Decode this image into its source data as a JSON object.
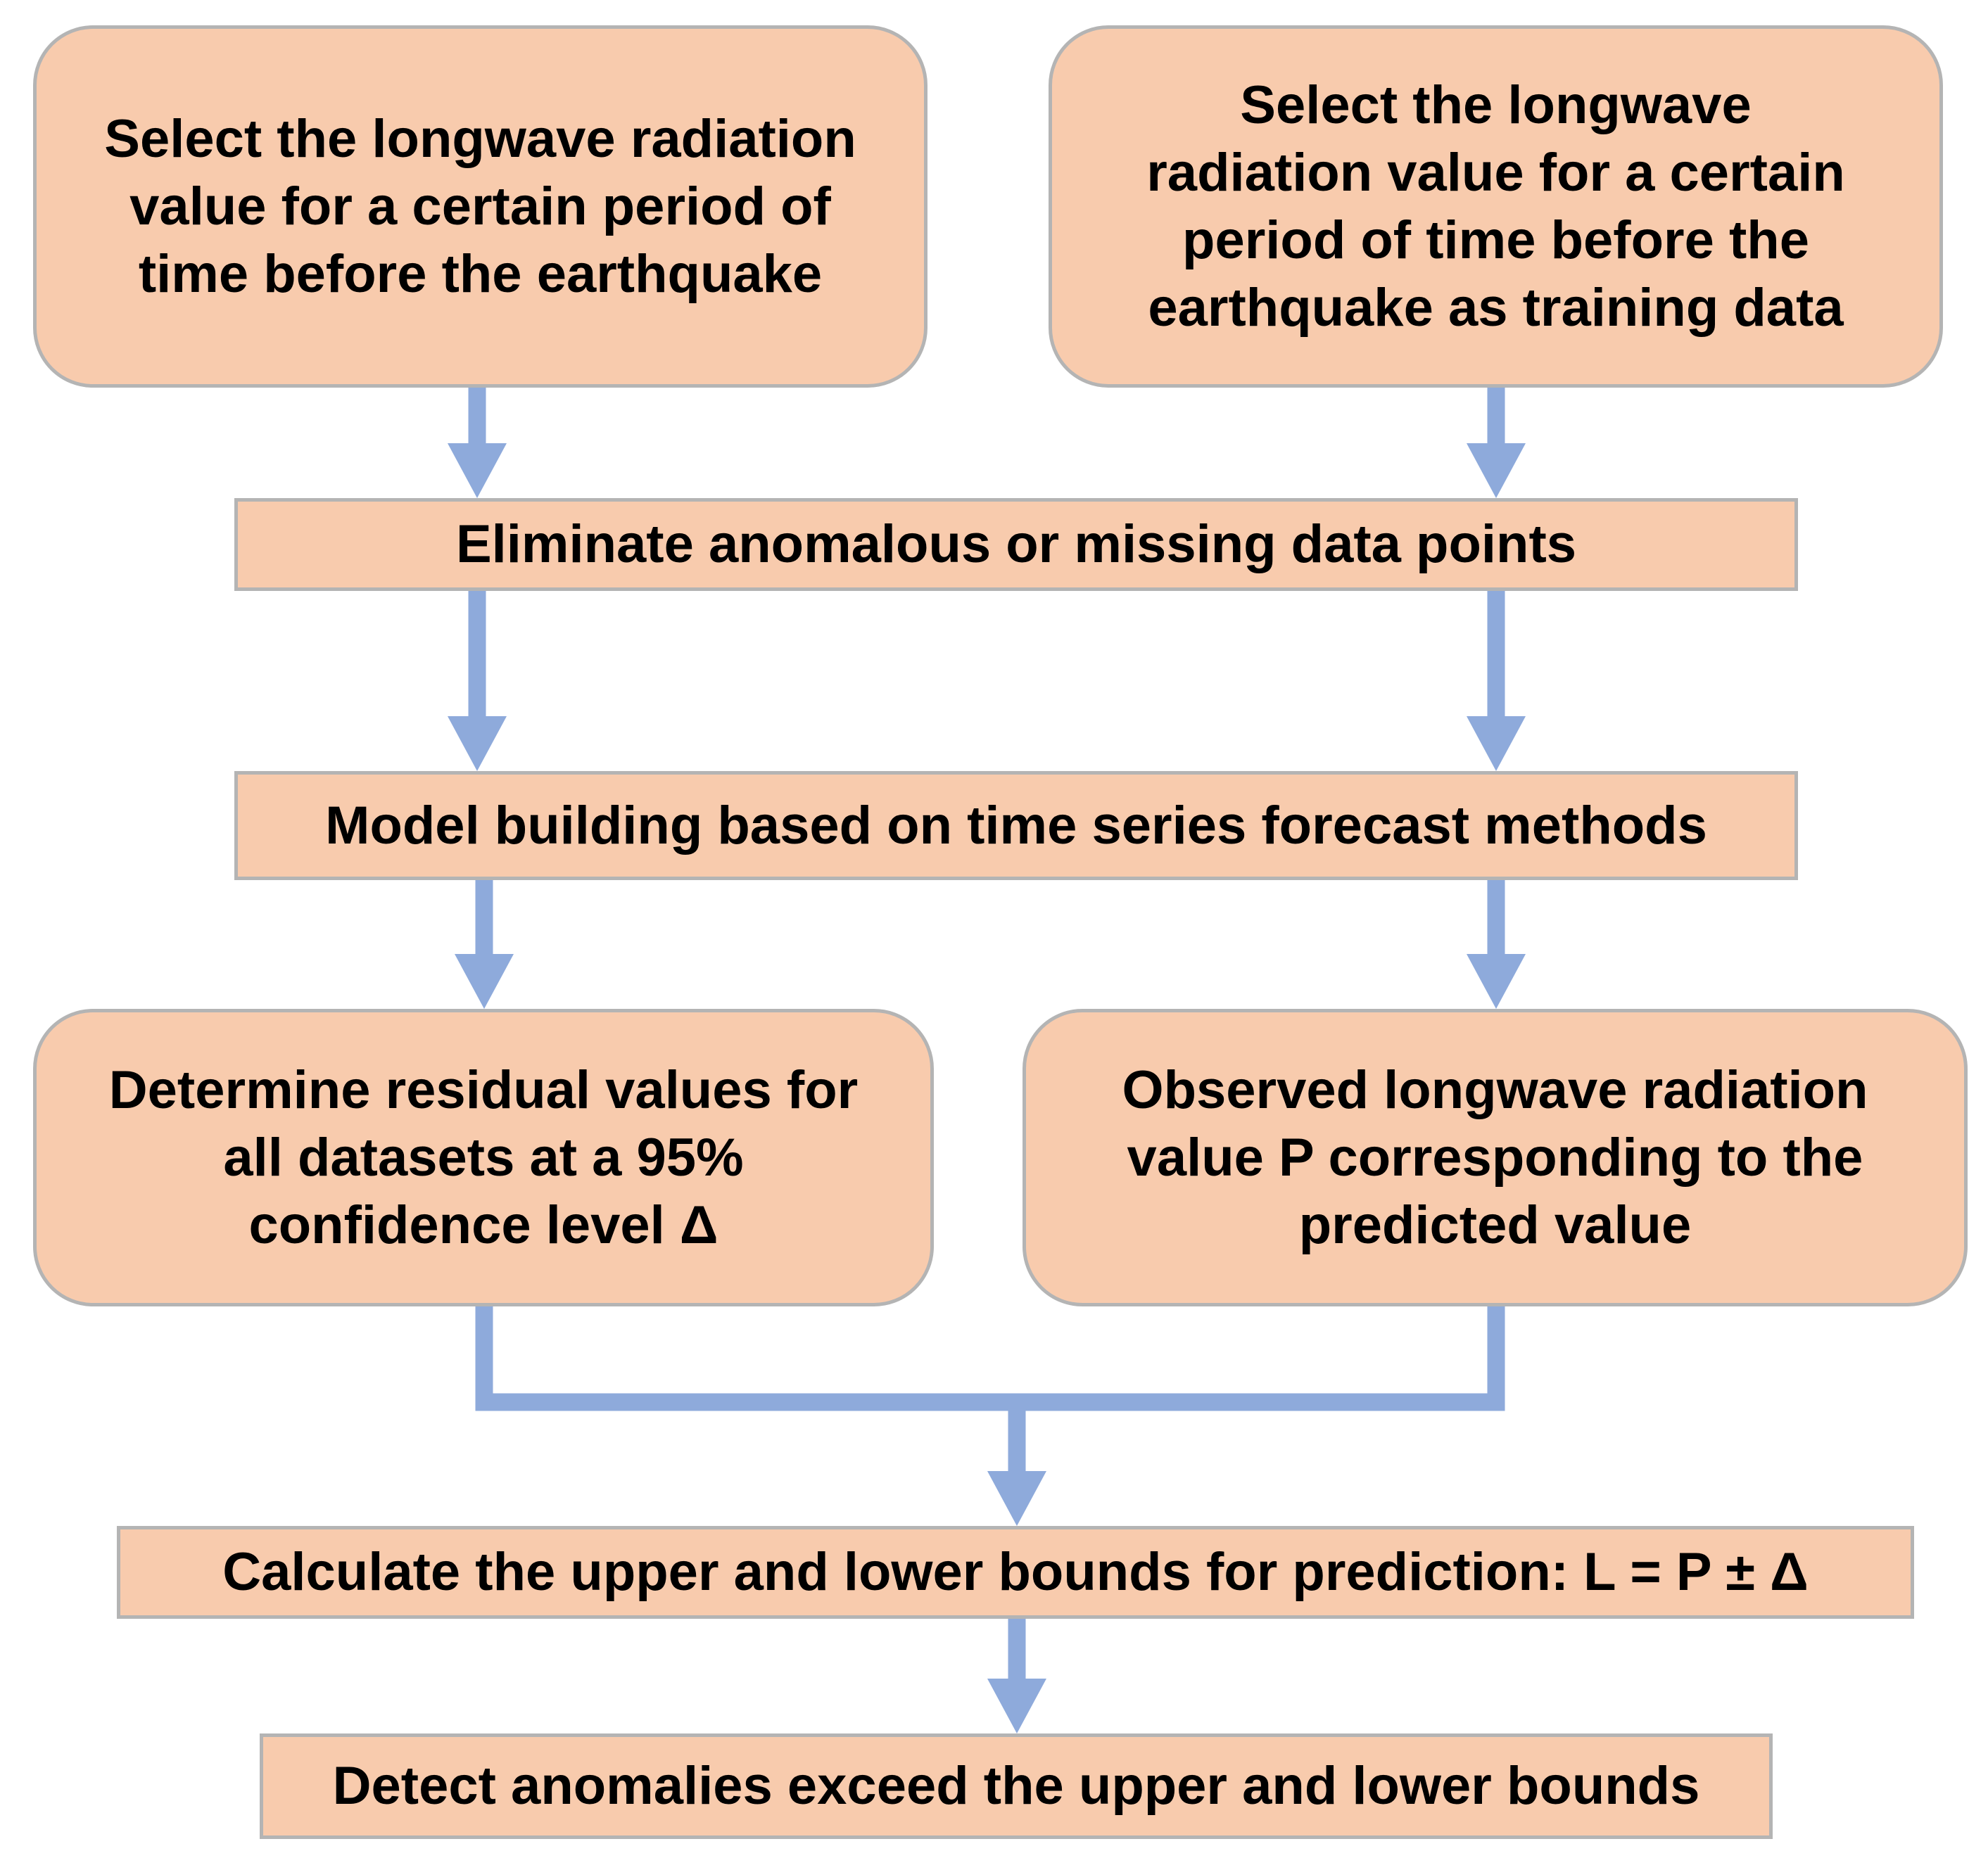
{
  "colors": {
    "box_fill": "#f8cbad",
    "box_border": "#b4b4b4",
    "arrow": "#8eaadb",
    "text": "#000000"
  },
  "nodes": {
    "select_left": "Select the longwave radiation\nvalue for a certain period of\ntime before the earthquake",
    "select_right": "Select the longwave\nradiation value for a certain\nperiod of time before the\nearthquake as training data",
    "eliminate": "Eliminate anomalous or missing data points",
    "model": "Model building based on time series forecast methods",
    "residual": "Determine residual values for\nall datasets at a 95%\nconfidence level Δ",
    "observed": "Observed longwave radiation\nvalue P corresponding to the\npredicted value",
    "calculate": "Calculate the upper and lower bounds for prediction: L = P ± Δ",
    "detect": "Detect anomalies exceed the upper and lower bounds"
  }
}
